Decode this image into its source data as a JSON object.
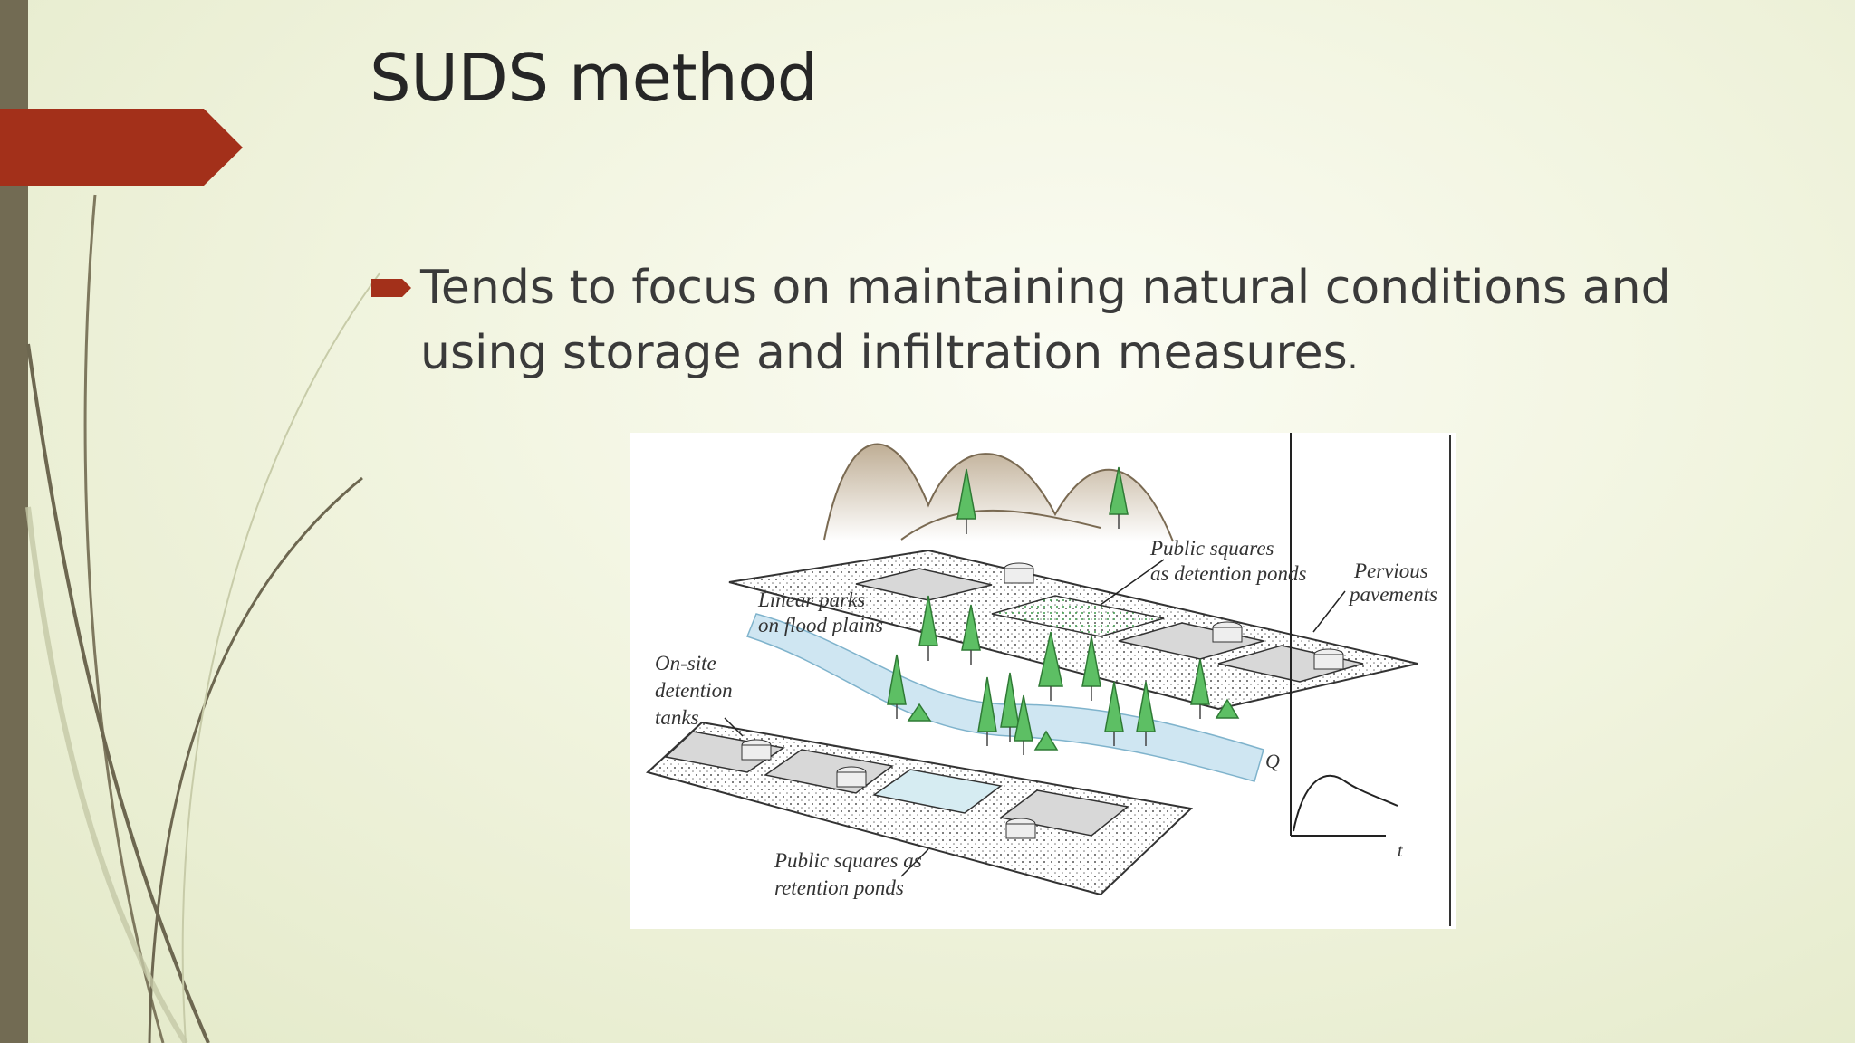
{
  "slide": {
    "title": "SUDS method",
    "bullets": [
      {
        "text": "Tends to focus on maintaining natural conditions and using storage and infiltration measures",
        "trailing_period": "."
      }
    ]
  },
  "figure": {
    "labels": {
      "linear_parks_1": "Linear parks",
      "linear_parks_2": "on flood plains",
      "onsite_1": "On-site",
      "onsite_2": "detention",
      "onsite_3": "tanks",
      "public_detention_1": "Public squares",
      "public_detention_2": "as detention ponds",
      "pervious_1": "Pervious",
      "pervious_2": "pavements",
      "public_retention_1": "Public squares as",
      "public_retention_2": "retention ponds",
      "graph_y": "Q",
      "graph_x": "t"
    }
  },
  "colors": {
    "accent_red": "#a3301a",
    "side_bar": "#726b53",
    "tree_green": "#5dbf64",
    "water_blue": "#cfe6f2",
    "hill_tan": "#cbbba2"
  }
}
